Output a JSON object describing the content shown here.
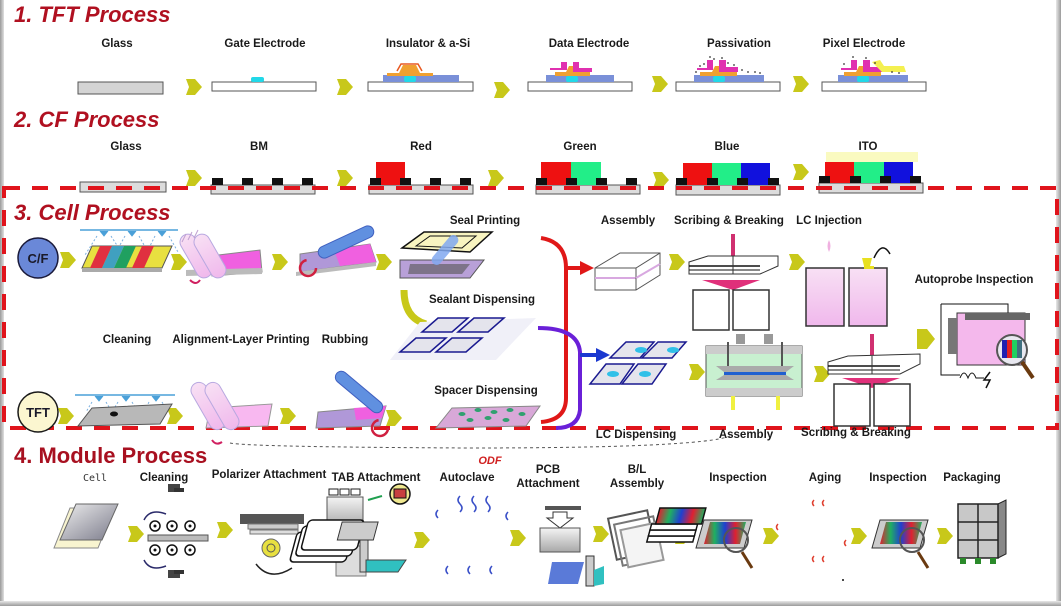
{
  "sections": {
    "tft": {
      "title": "1. TFT Process",
      "steps": [
        "Glass",
        "Gate Electrode",
        "Insulator & a-Si",
        "Data Electrode",
        "Passivation",
        "Pixel Electrode"
      ]
    },
    "cf": {
      "title": "2. CF Process",
      "steps": [
        "Glass",
        "BM",
        "Red",
        "Green",
        "Blue",
        "ITO"
      ]
    },
    "cell": {
      "title": "3. Cell Process",
      "inputs": {
        "cf": "C/F",
        "tft": "TFT"
      },
      "shared_labels": [
        "Cleaning",
        "Alignment-Layer Printing",
        "Rubbing"
      ],
      "branch_steps": [
        "Seal Printing",
        "Sealant Dispensing",
        "Spacer Dispensing"
      ],
      "upper_path": [
        "Assembly",
        "Scribing & Breaking",
        "LC Injection"
      ],
      "lower_path": [
        "LC Dispensing",
        "Assembly",
        "Scribing & Breaking"
      ],
      "final_step": "Autoprobe Inspection",
      "odf_label": "ODF"
    },
    "module": {
      "title": "4. Module Process",
      "steps": [
        "Cell",
        "Cleaning",
        "Polarizer Attachment",
        "TAB Attachment",
        "Autoclave",
        "PCB Attachment",
        "B/L Assembly",
        "Inspection",
        "Aging",
        "Inspection",
        "Packaging"
      ],
      "steps_multiline": {
        "pcb": [
          "PCB",
          "Attachment"
        ],
        "bl": [
          "B/L",
          "Assembly"
        ]
      }
    }
  },
  "colors": {
    "title_red": "#b01020",
    "arrow_yellow": "#c8c81a",
    "dash_red": "#e0141c",
    "route_red": "#e01818",
    "route_purple": "#6a20d8",
    "cf_red": "#ee1111",
    "cf_green": "#22ee88",
    "cf_blue": "#1111dd",
    "ito_yellow": "#fafac0",
    "cf_circle": "#6a88d8",
    "tft_circle": "#fbf6d0"
  }
}
